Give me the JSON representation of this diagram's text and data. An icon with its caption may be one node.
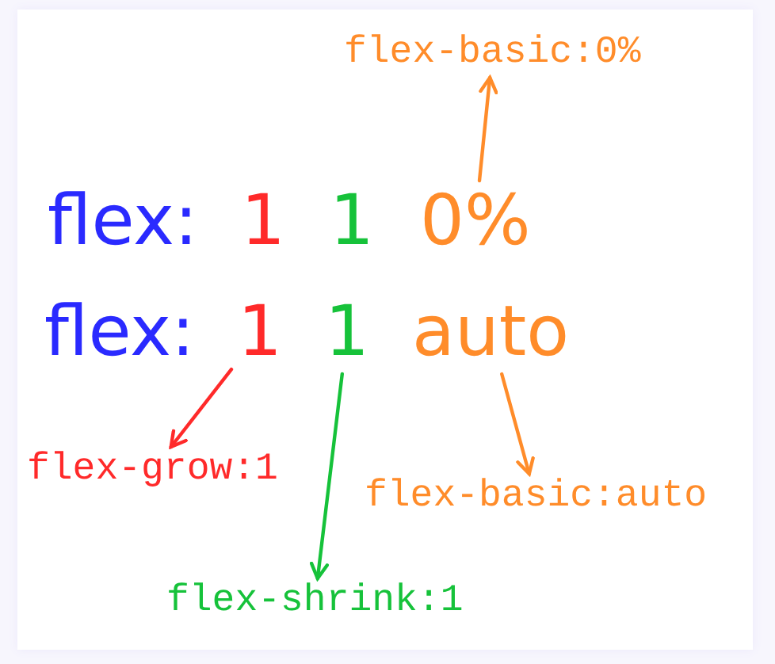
{
  "diagram": {
    "nodes": [
      {
        "text": [
          "flex-basic:0%"
        ]
      },
      {
        "text": [
          "0%"
        ]
      },
      {
        "text": [
          "1"
        ]
      },
      {
        "text": [
          "1"
        ]
      },
      {
        "text": [
          "auto"
        ]
      },
      {
        "text": [
          "flex-grow:1"
        ]
      },
      {
        "text": [
          "flex-basic:auto"
        ]
      },
      {
        "text": [
          "flex-shrink:1"
        ]
      }
    ],
    "edges": [
      {
        "from": 1,
        "to": 0,
        "arrow": "to"
      },
      {
        "from": 2,
        "to": 5,
        "arrow": "to",
        "color": "#ff2a2a"
      },
      {
        "from": 3,
        "to": 7,
        "arrow": "to",
        "color": "#16c23a"
      },
      {
        "from": 4,
        "to": 6,
        "arrow": "to"
      }
    ],
    "labels": [
      "flex:",
      "1",
      "1",
      "flex:"
    ]
  }
}
